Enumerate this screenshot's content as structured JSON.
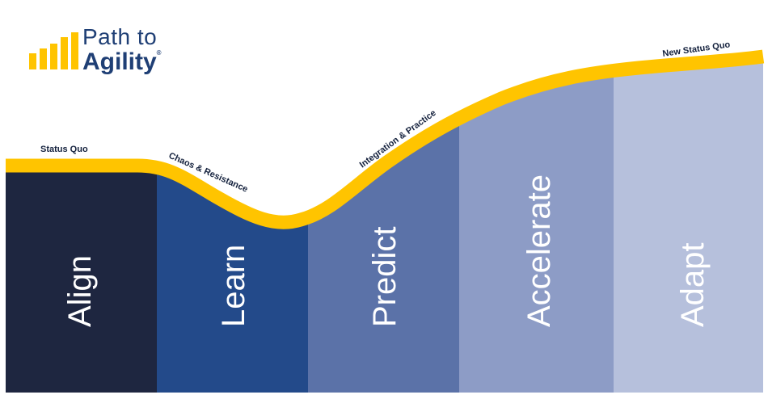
{
  "logo": {
    "line1": "Path to",
    "line2": "Agility",
    "reg_mark": "®",
    "icon_name": "bar-chart-logo-icon",
    "text_color": "#1f3f75",
    "bar_color": "#ffc400"
  },
  "stages": [
    {
      "label": "Align",
      "color": "#1e2640"
    },
    {
      "label": "Learn",
      "color": "#234a8a"
    },
    {
      "label": "Predict",
      "color": "#5b72a8"
    },
    {
      "label": "Accelerate",
      "color": "#8d9cc6"
    },
    {
      "label": "Adapt",
      "color": "#b6c0dc"
    }
  ],
  "curve": {
    "color": "#ffc400",
    "labels": [
      "Status Quo",
      "Chaos & Resistance",
      "Integration & Practice",
      "New Status Quo"
    ]
  }
}
